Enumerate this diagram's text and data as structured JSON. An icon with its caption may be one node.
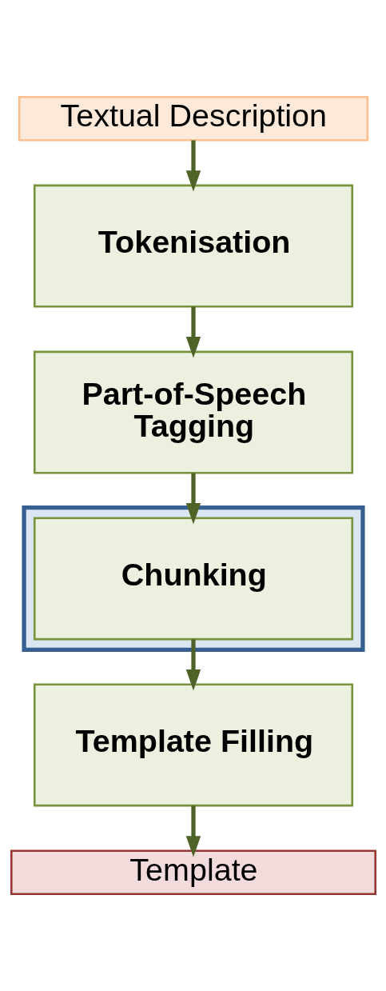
{
  "diagram": {
    "nodes": [
      {
        "text": [
          "Textual Description"
        ]
      },
      {
        "text": [
          "Tokenisation"
        ]
      },
      {
        "text": [
          "Part-of-Speech Tagging"
        ]
      },
      {
        "text": [],
        "shape": "box"
      },
      {
        "text": [
          "Chunking"
        ],
        "in": 3
      },
      {
        "text": [
          "Template Filling"
        ]
      },
      {
        "text": [
          "Template"
        ]
      }
    ],
    "edges": [
      {
        "from": 0,
        "to": 1,
        "arrow": "to"
      },
      {
        "from": 1,
        "to": 2,
        "arrow": "to"
      },
      {
        "from": 2,
        "to": 4,
        "arrow": "to"
      },
      {
        "from": 4,
        "to": 5,
        "arrow": "to"
      },
      {
        "from": 5,
        "to": 6,
        "arrow": "to"
      }
    ]
  }
}
